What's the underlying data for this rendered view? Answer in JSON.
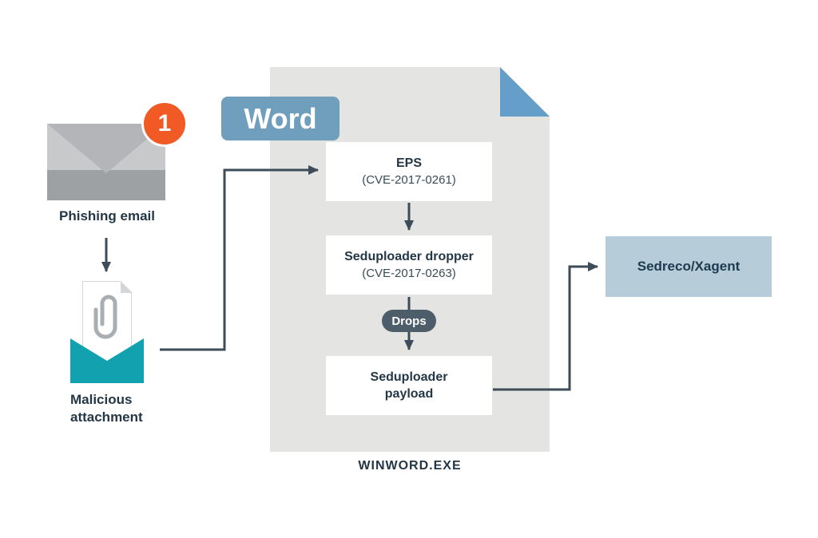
{
  "diagram": {
    "step_badge": "1",
    "phishing_label": "Phishing email",
    "attachment_label": "Malicious attachment",
    "word_tag": "Word",
    "winword_label": "WINWORD.EXE",
    "eps": {
      "title": "EPS",
      "subtitle": "(CVE-2017-0261)"
    },
    "dropper": {
      "title": "Seduploader dropper",
      "subtitle": "(CVE-2017-0263)"
    },
    "drops_label": "Drops",
    "payload": {
      "title": "Seduploader payload"
    },
    "sedreco_label": "Sedreco/Xagent",
    "colors": {
      "badge_orange": "#f15a24",
      "attachment_teal": "#12a1ae",
      "word_blue": "#6f9fbd",
      "fold_blue": "#659ec9",
      "document_gray": "#e4e4e2",
      "text_navy": "#243746",
      "arrow_slate": "#3c4d59",
      "drops_bg": "#4d5e6a",
      "sedreco_bg": "#b7ccd9"
    }
  }
}
